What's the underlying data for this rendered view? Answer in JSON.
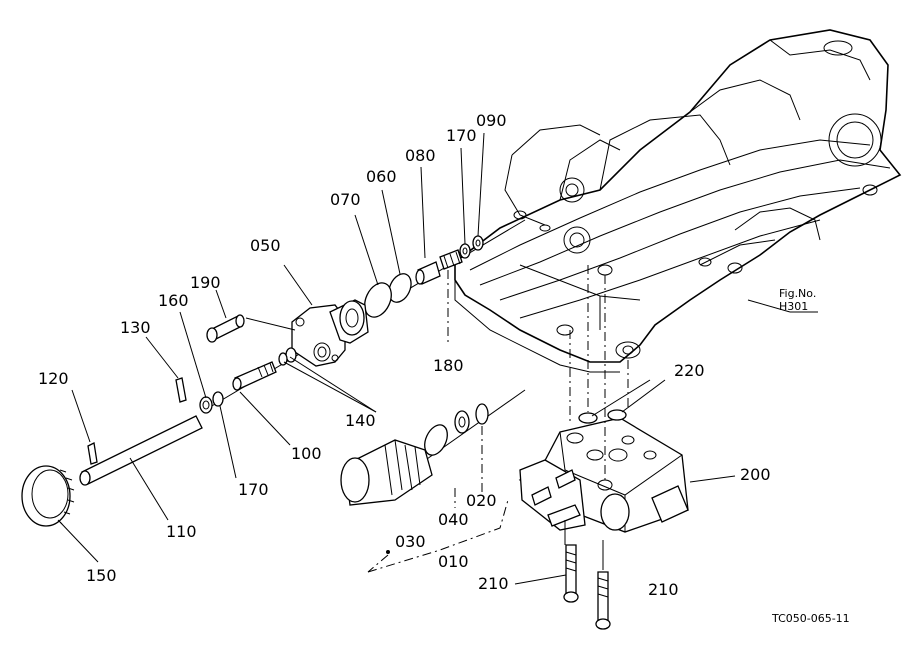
{
  "figure": {
    "fig_ref": {
      "line1": "Fig.No.",
      "line2": "H301"
    },
    "drawing_code": "TC050-065-11"
  },
  "parts": [
    {
      "id": "p190",
      "label": "190"
    },
    {
      "id": "p160",
      "label": "160"
    },
    {
      "id": "p130",
      "label": "130"
    },
    {
      "id": "p120",
      "label": "120"
    },
    {
      "id": "p050",
      "label": "050"
    },
    {
      "id": "p070",
      "label": "070"
    },
    {
      "id": "p060",
      "label": "060"
    },
    {
      "id": "p080",
      "label": "080"
    },
    {
      "id": "p170a",
      "label": "170"
    },
    {
      "id": "p090",
      "label": "090"
    },
    {
      "id": "p180",
      "label": "180"
    },
    {
      "id": "p140",
      "label": "140"
    },
    {
      "id": "p100",
      "label": "100"
    },
    {
      "id": "p170b",
      "label": "170"
    },
    {
      "id": "p110",
      "label": "110"
    },
    {
      "id": "p150",
      "label": "150"
    },
    {
      "id": "p030",
      "label": "030"
    },
    {
      "id": "p040",
      "label": "040"
    },
    {
      "id": "p020",
      "label": "020"
    },
    {
      "id": "p010",
      "label": "010"
    },
    {
      "id": "p220",
      "label": "220"
    },
    {
      "id": "p200",
      "label": "200"
    },
    {
      "id": "p210a",
      "label": "210"
    },
    {
      "id": "p210b",
      "label": "210"
    }
  ]
}
